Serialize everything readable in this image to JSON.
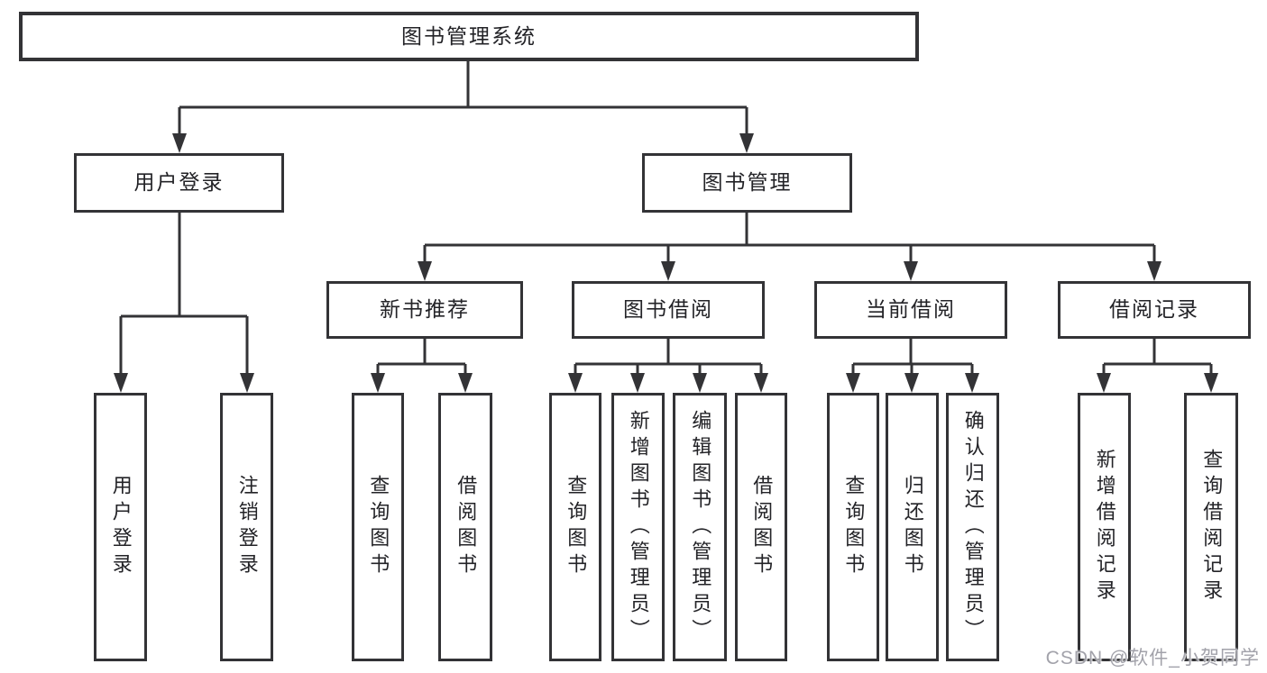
{
  "diagram": {
    "root": {
      "label": "图书管理系统"
    },
    "level2": [
      {
        "label": "用户登录"
      },
      {
        "label": "图书管理"
      }
    ],
    "level3": [
      {
        "label": "新书推荐"
      },
      {
        "label": "图书借阅"
      },
      {
        "label": "当前借阅"
      },
      {
        "label": "借阅记录"
      }
    ],
    "leaves": [
      {
        "label": "用户登录"
      },
      {
        "label": "注销登录"
      },
      {
        "label": "查询图书"
      },
      {
        "label": "借阅图书"
      },
      {
        "label": "查询图书"
      },
      {
        "label": "新增图书（管理员）"
      },
      {
        "label": "编辑图书（管理员）"
      },
      {
        "label": "借阅图书"
      },
      {
        "label": "查询图书"
      },
      {
        "label": "归还图书"
      },
      {
        "label": "确认归还（管理员）"
      },
      {
        "label": "新增借阅记录"
      },
      {
        "label": "查询借阅记录"
      }
    ]
  },
  "colors": {
    "line": "#333336",
    "text": "#232327",
    "watermark": "#a2a2aa",
    "background": "#ffffff"
  },
  "watermark": {
    "text": "CSDN @软件_小贺同学"
  }
}
